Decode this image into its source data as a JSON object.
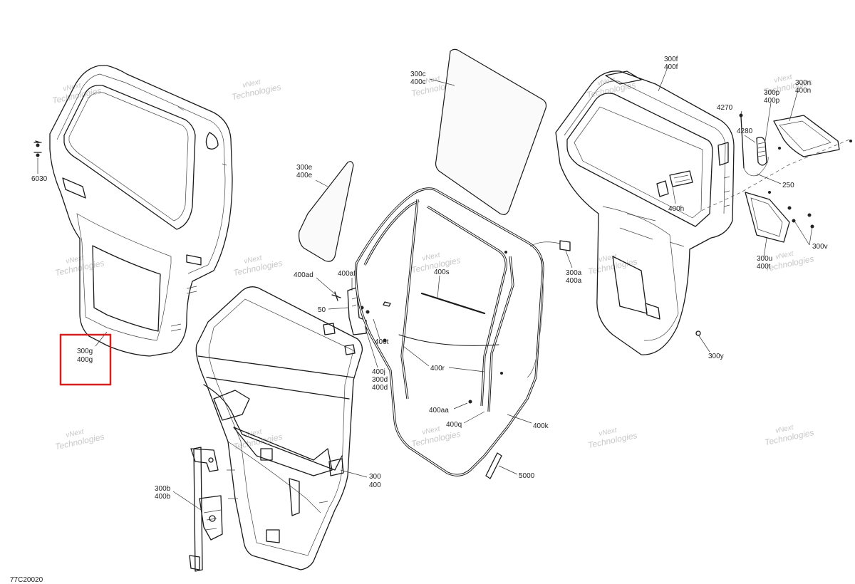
{
  "diagram": {
    "reference_code": "77C20020",
    "watermark_line1": "vNext",
    "watermark_line2": "Technologies",
    "highlight_color": "#d62020",
    "highlighted_callout": "300g / 400g",
    "callouts": [
      {
        "id": "6030",
        "lines": [
          "6030"
        ]
      },
      {
        "id": "300g",
        "lines": [
          "300g",
          "400g"
        ]
      },
      {
        "id": "300e",
        "lines": [
          "300e",
          "400e"
        ]
      },
      {
        "id": "300c",
        "lines": [
          "300c",
          "400c"
        ]
      },
      {
        "id": "400ad",
        "lines": [
          "400ad"
        ]
      },
      {
        "id": "400af",
        "lines": [
          "400af"
        ]
      },
      {
        "id": "50",
        "lines": [
          "50"
        ]
      },
      {
        "id": "400t",
        "lines": [
          "400t"
        ]
      },
      {
        "id": "400j",
        "lines": [
          "400j",
          "300d",
          "400d"
        ]
      },
      {
        "id": "400s",
        "lines": [
          "400s"
        ]
      },
      {
        "id": "400r",
        "lines": [
          "400r"
        ]
      },
      {
        "id": "400aa",
        "lines": [
          "400aa"
        ]
      },
      {
        "id": "400q",
        "lines": [
          "400q"
        ]
      },
      {
        "id": "400k",
        "lines": [
          "400k"
        ]
      },
      {
        "id": "5000",
        "lines": [
          "5000"
        ]
      },
      {
        "id": "300",
        "lines": [
          "300",
          "400"
        ]
      },
      {
        "id": "300b",
        "lines": [
          "300b",
          "400b"
        ]
      },
      {
        "id": "300a",
        "lines": [
          "300a",
          "400a"
        ]
      },
      {
        "id": "300f",
        "lines": [
          "300f",
          "400f"
        ]
      },
      {
        "id": "4270",
        "lines": [
          "4270"
        ]
      },
      {
        "id": "4280",
        "lines": [
          "4280"
        ]
      },
      {
        "id": "300p",
        "lines": [
          "300p",
          "400p"
        ]
      },
      {
        "id": "300n",
        "lines": [
          "300n",
          "400n"
        ]
      },
      {
        "id": "250",
        "lines": [
          "250"
        ]
      },
      {
        "id": "400h",
        "lines": [
          "400h"
        ]
      },
      {
        "id": "300u",
        "lines": [
          "300u",
          "400t"
        ]
      },
      {
        "id": "300v",
        "lines": [
          "300v"
        ]
      },
      {
        "id": "300y",
        "lines": [
          "300y"
        ]
      }
    ]
  }
}
